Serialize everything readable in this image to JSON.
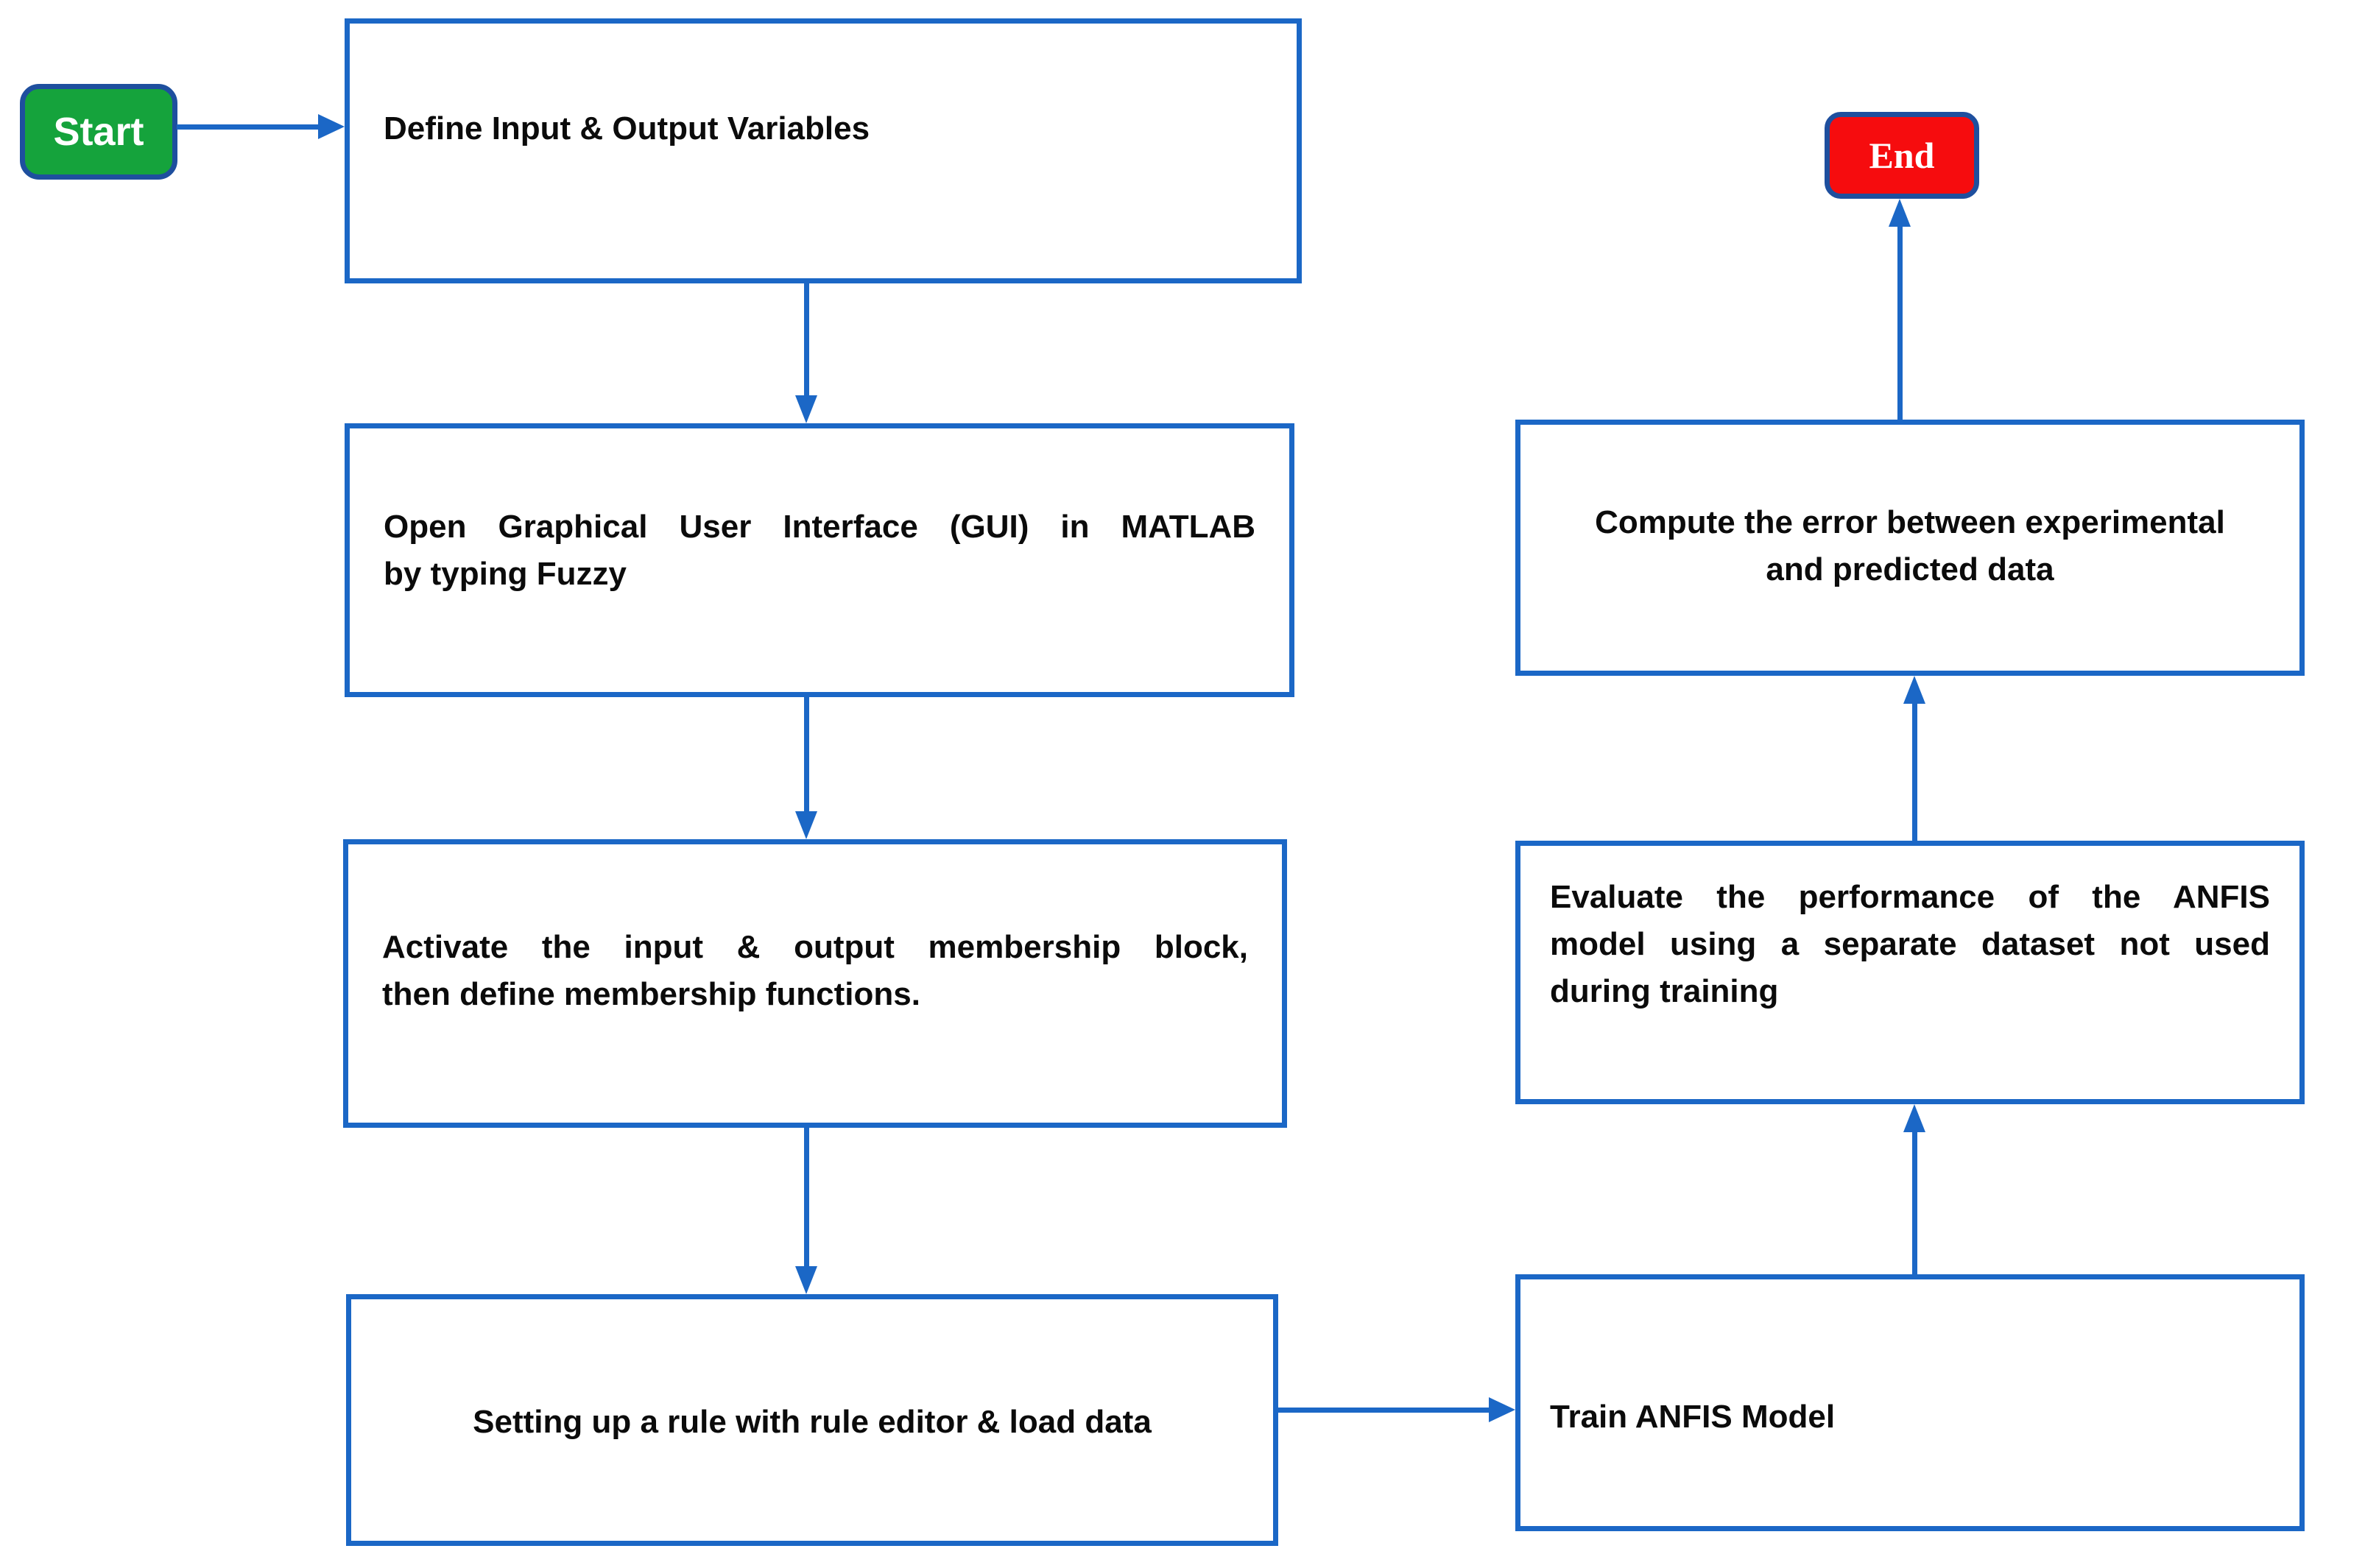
{
  "diagram": {
    "title": "ANFIS modelling flowchart",
    "colors": {
      "box_border": "#1b67c6",
      "arrow": "#1b67c6",
      "terminal_border": "#1e4f9e",
      "start_fill": "#15a33c",
      "end_fill": "#f60c0e",
      "box_text": "#0b0b0b",
      "terminal_text": "#ffffff",
      "background": "#ffffff"
    },
    "nodes": {
      "start": {
        "label": "Start"
      },
      "end": {
        "label": "End"
      },
      "define": {
        "lines": [
          "Define Input & Output Variables"
        ]
      },
      "open_gui": {
        "lines": [
          "Open Graphical User Interface (GUI) in MATLAB",
          "by typing Fuzzy"
        ]
      },
      "activate": {
        "lines": [
          "Activate the input & output membership block,",
          "then define membership functions."
        ]
      },
      "rules": {
        "lines": [
          "Setting up a rule with rule editor & load data"
        ]
      },
      "train": {
        "lines": [
          "Train ANFIS Model"
        ]
      },
      "evaluate": {
        "lines": [
          "Evaluate the performance of the ANFIS",
          "model using a separate dataset not used",
          "during training"
        ]
      },
      "compute": {
        "lines": [
          "Compute the error between experimental",
          "and predicted data"
        ]
      }
    },
    "edges": [
      {
        "from": "start",
        "to": "define",
        "direction": "right"
      },
      {
        "from": "define",
        "to": "open_gui",
        "direction": "down"
      },
      {
        "from": "open_gui",
        "to": "activate",
        "direction": "down"
      },
      {
        "from": "activate",
        "to": "rules",
        "direction": "down"
      },
      {
        "from": "rules",
        "to": "train",
        "direction": "right"
      },
      {
        "from": "train",
        "to": "evaluate",
        "direction": "up"
      },
      {
        "from": "evaluate",
        "to": "compute",
        "direction": "up"
      },
      {
        "from": "compute",
        "to": "end",
        "direction": "up"
      }
    ]
  }
}
